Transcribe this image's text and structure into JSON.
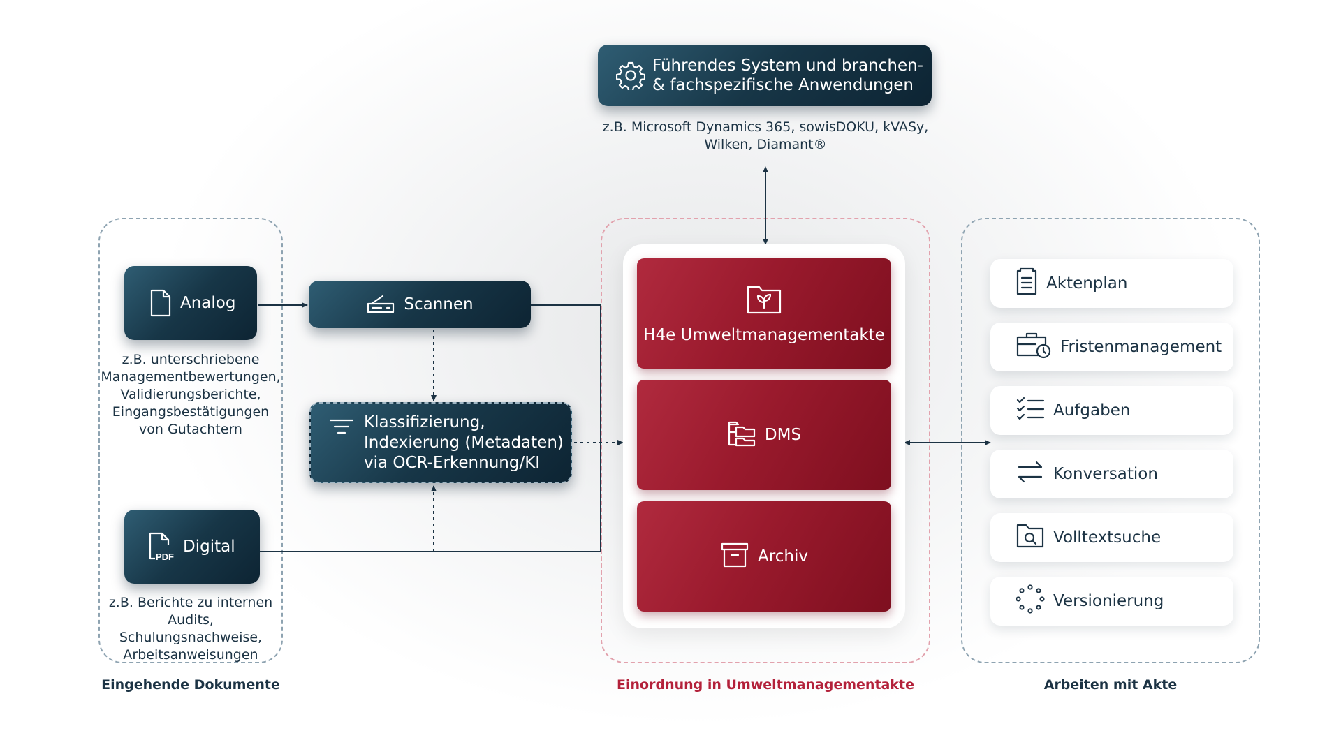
{
  "top_system": {
    "title_line1": "Führendes System und branchen-",
    "title_line2": "& fachspezifische Anwendungen",
    "caption_line1": "z.B. Microsoft Dynamics 365, sowisDOKU, kVASy,",
    "caption_line2": "Wilken, Diamant®",
    "icon": "gear-icon"
  },
  "incoming": {
    "group_label": "Eingehende Dokumente",
    "analog": {
      "label": "Analog",
      "icon": "document-icon",
      "caption": [
        "z.B. unterschriebene",
        "Managementbewertungen,",
        "Validierungsberichte,",
        "Eingangsbestätigungen",
        "von Gutachtern"
      ]
    },
    "digital": {
      "label": "Digital",
      "icon": "pdf-icon",
      "caption": [
        "z.B. Berichte zu internen",
        "Audits, Schulungsnachweise,",
        "Arbeitsanweisungen"
      ]
    }
  },
  "processing": {
    "scan": {
      "label": "Scannen",
      "icon": "scanner-icon"
    },
    "classify": {
      "lines": [
        "Klassifizierung,",
        "Indexierung (Metadaten)",
        "via OCR-Erkennung/KI"
      ],
      "icon": "filter-icon"
    }
  },
  "file_center": {
    "group_label": "Einordnung in Umweltmanagementakte",
    "boxes": [
      {
        "label": "H4e Umweltmanagementakte",
        "icon": "eco-folder-icon"
      },
      {
        "label": "DMS",
        "icon": "folder-tree-icon"
      },
      {
        "label": "Archiv",
        "icon": "archive-box-icon"
      }
    ]
  },
  "working": {
    "group_label": "Arbeiten mit Akte",
    "features": [
      {
        "label": "Aktenplan",
        "icon": "file-plan-icon"
      },
      {
        "label": "Fristenmanagement",
        "icon": "briefcase-clock-icon"
      },
      {
        "label": "Aufgaben",
        "icon": "checklist-icon"
      },
      {
        "label": "Konversation",
        "icon": "arrows-exchange-icon"
      },
      {
        "label": "Volltextsuche",
        "icon": "folder-search-icon"
      },
      {
        "label": "Versionierung",
        "icon": "dotted-circle-icon"
      }
    ]
  },
  "colors": {
    "navy": "#173647",
    "red": "#9a1a2d",
    "dark_text": "#1c3344",
    "red_text": "#b3213a",
    "connector": "#1c3344"
  }
}
